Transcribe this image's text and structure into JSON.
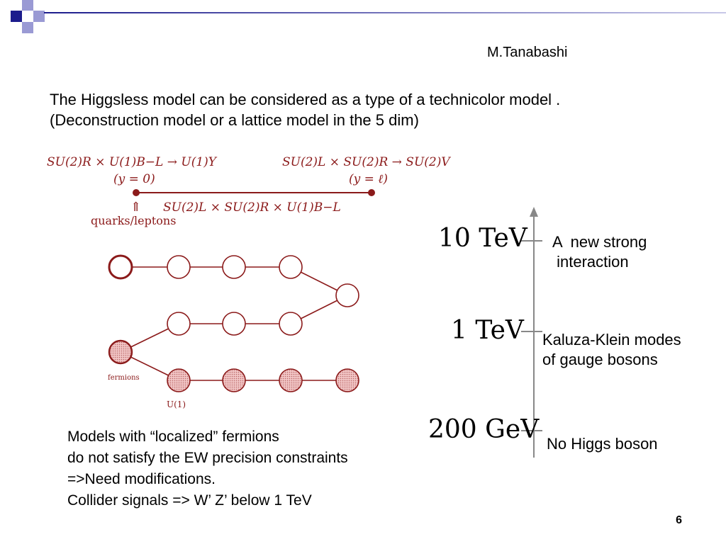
{
  "theme": {
    "accent": "#1c1c8c",
    "accent_light": "#9a9ad4",
    "diagram": "#8b1a1a",
    "node_fill_light": "#f2c6c6"
  },
  "slide": {
    "author": "M.Tanabashi",
    "intro_lines": [
      "The Higgsless model can be considered as a type of a technicolor model .",
      "(Deconstruction model or a lattice model in the 5 dim)"
    ],
    "page_number": "6"
  },
  "extra_dim_diagram": {
    "left_label_1": "SU(2)R × U(1)B−L → U(1)Y",
    "left_label_2": "(y = 0)",
    "right_label_1": "SU(2)L × SU(2)R → SU(2)V",
    "right_label_2": "(y = ℓ)",
    "bulk_label": "SU(2)L × SU(2)R × U(1)B−L",
    "arrow_symbol": "⇑",
    "brane_label": "quarks/leptons"
  },
  "moose_diagram": {
    "fermions_label": "fermions",
    "u1_label": "U(1)"
  },
  "energy_scale": {
    "levels": [
      {
        "label": "10 TeV",
        "description_lines": [
          "A  new strong",
          " interaction"
        ]
      },
      {
        "label": "1 TeV",
        "description_lines": [
          "Kaluza-Klein modes",
          "of gauge bosons"
        ]
      },
      {
        "label": "200 GeV",
        "description_lines": [
          "No Higgs boson"
        ]
      }
    ]
  },
  "bottom_text": [
    "Models with “localized” fermions",
    "do not satisfy the EW precision constraints",
    "=>Need modifications.",
    "Collider signals => W’ Z’ below 1 TeV"
  ]
}
